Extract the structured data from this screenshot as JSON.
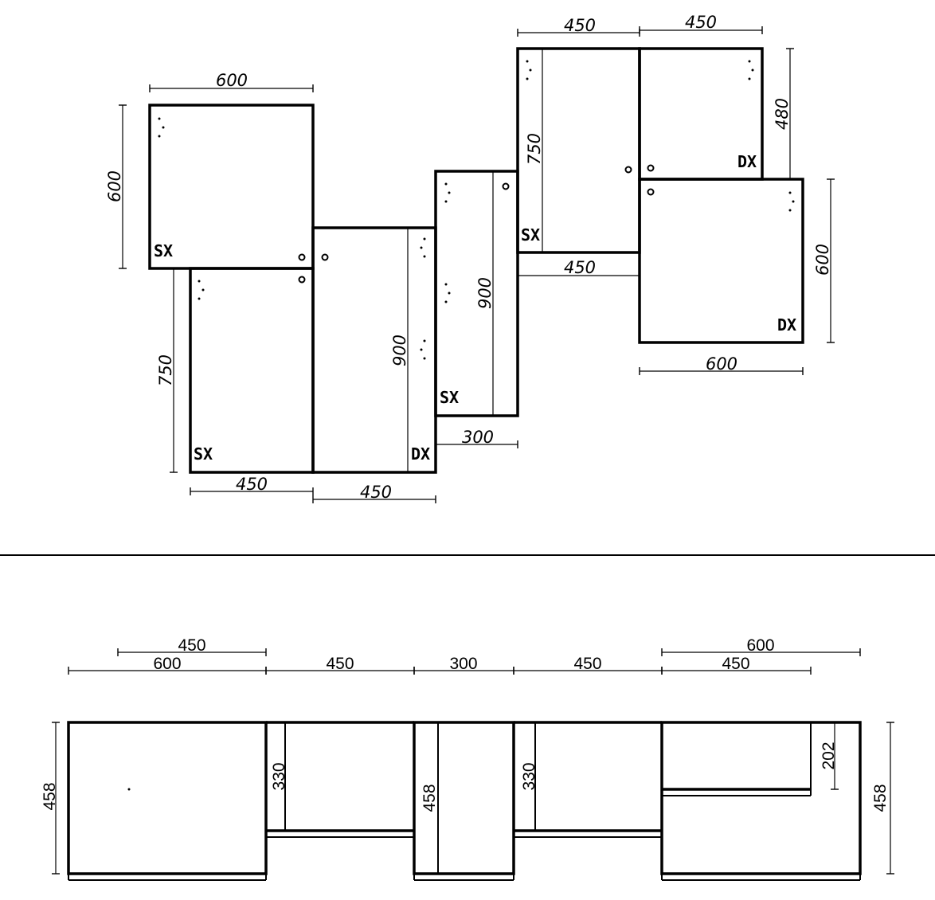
{
  "plan": {
    "dims": {
      "c1_width": "600",
      "c1_height": "600",
      "c2_width": "450",
      "c2_height": "750",
      "c3_width": "450",
      "c3_height": "900",
      "c4_width": "300",
      "c4_height": "900",
      "c5_width": "450",
      "c5_height": "750",
      "c5_bottom": "450",
      "c6_width": "450",
      "c6_height": "480",
      "c7_width": "600",
      "c7_height": "600"
    },
    "labels": {
      "c1": "SX",
      "c2": "SX",
      "c3": "DX",
      "c4": "SX",
      "c5": "SX",
      "c6": "DX",
      "c7": "DX"
    }
  },
  "elevation": {
    "top_dims": {
      "a_inner": "450",
      "a_outer": "600",
      "b": "450",
      "c": "300",
      "d": "450",
      "e_outer": "600",
      "e_inner": "450"
    },
    "heights": {
      "left": "458",
      "b": "330",
      "c": "458",
      "d": "330",
      "e": "202",
      "right": "458"
    }
  }
}
